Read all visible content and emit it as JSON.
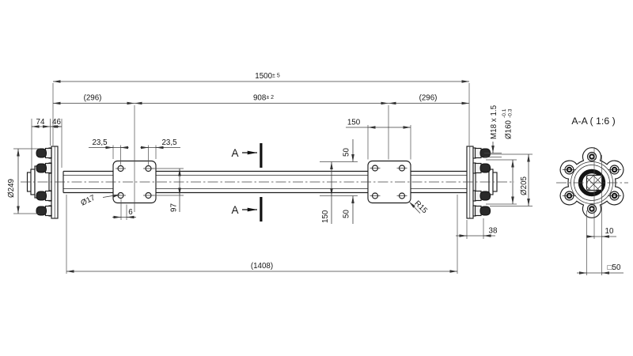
{
  "drawing": {
    "view_title": "A-A ( 1:6 )",
    "section_label": "A",
    "dims": {
      "total": "1500",
      "total_tol": "± 5",
      "span": "908",
      "span_tol": "± 2",
      "offset_left": "(296)",
      "offset_right": "(296)",
      "d74": "74",
      "d46": "46",
      "d235_left": "23,5",
      "d235_right": "23,5",
      "flange_dia": "Ø249",
      "hole_dia": "Ø17",
      "d6": "6",
      "d97": "97",
      "plate_w": "150",
      "d50_top": "50",
      "d50_bot": "50",
      "plate_h": "150",
      "corner_radius": "R15",
      "thread": "M18 x 1.5",
      "bolt_circle": "Ø160",
      "tol_hi": "-0.1",
      "tol_lo": "-0.3",
      "hub_dia": "Ø205",
      "d38": "38",
      "tube_len": "(1408)",
      "d10": "10",
      "square": "□50"
    }
  }
}
